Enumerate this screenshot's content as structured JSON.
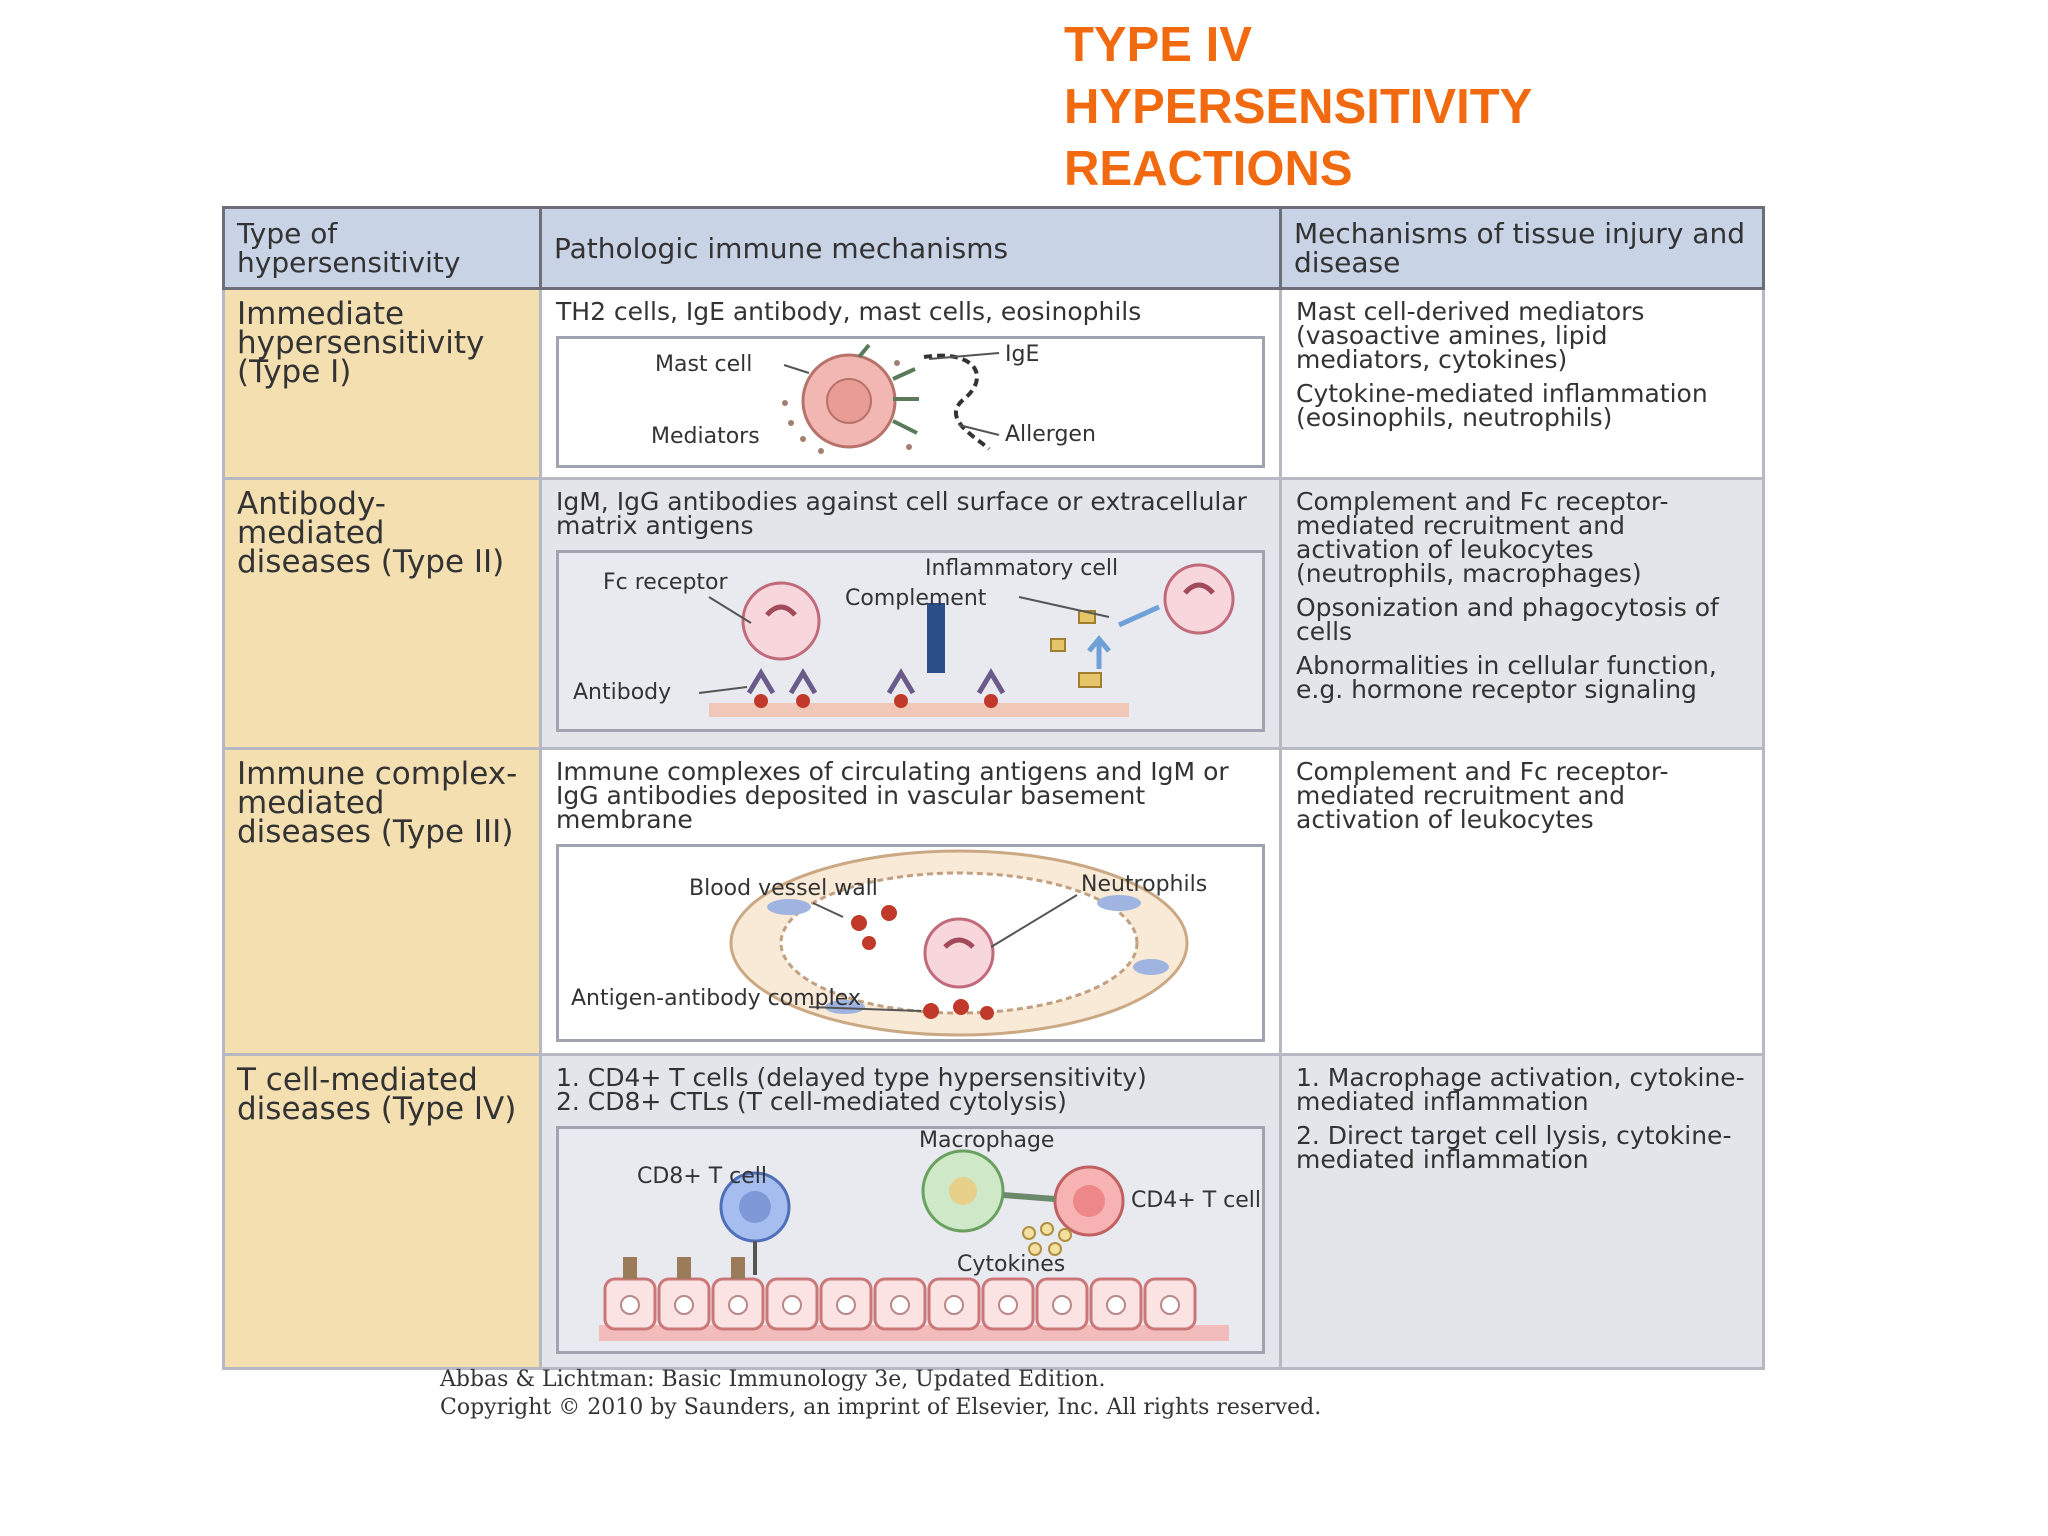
{
  "title": {
    "lines": [
      "TYPE IV",
      "HYPERSENSITIVITY",
      "REACTIONS"
    ],
    "color": "#f26a10"
  },
  "table": {
    "headers": [
      "Type of hypersensitivity",
      "Pathologic immune mechanisms",
      "Mechanisms of tissue injury and disease"
    ],
    "rows": [
      {
        "type": "Immediate hypersensitivity (Type I)",
        "mechanism": "TH2 cells, IgE antibody, mast cells, eosinophils",
        "illustration_labels": {
          "mast_cell": "Mast cell",
          "ige": "IgE",
          "mediators": "Mediators",
          "allergen": "Allergen"
        },
        "injury": [
          "Mast cell-derived mediators (vasoactive amines, lipid mediators, cytokines)",
          "Cytokine-mediated inflammation (eosinophils, neutrophils)"
        ]
      },
      {
        "type": "Antibody-mediated diseases (Type II)",
        "mechanism": "IgM, IgG antibodies against cell surface or extracellular matrix antigens",
        "illustration_labels": {
          "fc_receptor": "Fc receptor",
          "inflammatory_cell": "Inflammatory cell",
          "complement": "Complement",
          "antibody": "Antibody"
        },
        "injury": [
          "Complement and Fc receptor-mediated recruitment and activation of leukocytes (neutrophils, macrophages)",
          "Opsonization and phagocytosis of cells",
          "Abnormalities in cellular function, e.g. hormone receptor signaling"
        ]
      },
      {
        "type": "Immune complex-mediated diseases (Type III)",
        "mechanism": "Immune complexes of circulating antigens and IgM or IgG antibodies deposited in vascular basement membrane",
        "illustration_labels": {
          "blood_vessel_wall": "Blood vessel wall",
          "neutrophils": "Neutrophils",
          "antigen_antibody_complex": "Antigen-antibody complex"
        },
        "injury": [
          "Complement and Fc receptor-mediated recruitment and activation of leukocytes"
        ]
      },
      {
        "type": "T cell-mediated diseases (Type IV)",
        "mechanism_lines": [
          "1. CD4+ T cells (delayed type hypersensitivity)",
          "2. CD8+ CTLs (T cell-mediated cytolysis)"
        ],
        "illustration_labels": {
          "cd8_t_cell": "CD8+ T cell",
          "macrophage": "Macrophage",
          "cd4_t_cell": "CD4+ T cell",
          "cytokines": "Cytokines"
        },
        "injury": [
          "1. Macrophage activation, cytokine-mediated inflammation",
          "2. Direct target cell lysis, cytokine-mediated inflammation"
        ]
      }
    ]
  },
  "credit": {
    "line1": "Abbas & Lichtman: Basic Immunology 3e, Updated Edition.",
    "line2": "Copyright © 2010 by Saunders, an imprint of Elsevier, Inc. All rights reserved."
  },
  "colors": {
    "header_bg": "#c9d3e6",
    "type_col_bg": "#f4dfb1",
    "grey_row_bg": "#e4e5ea",
    "cell_pink": "#f2b7b2",
    "antibody_red": "#c0392b"
  }
}
